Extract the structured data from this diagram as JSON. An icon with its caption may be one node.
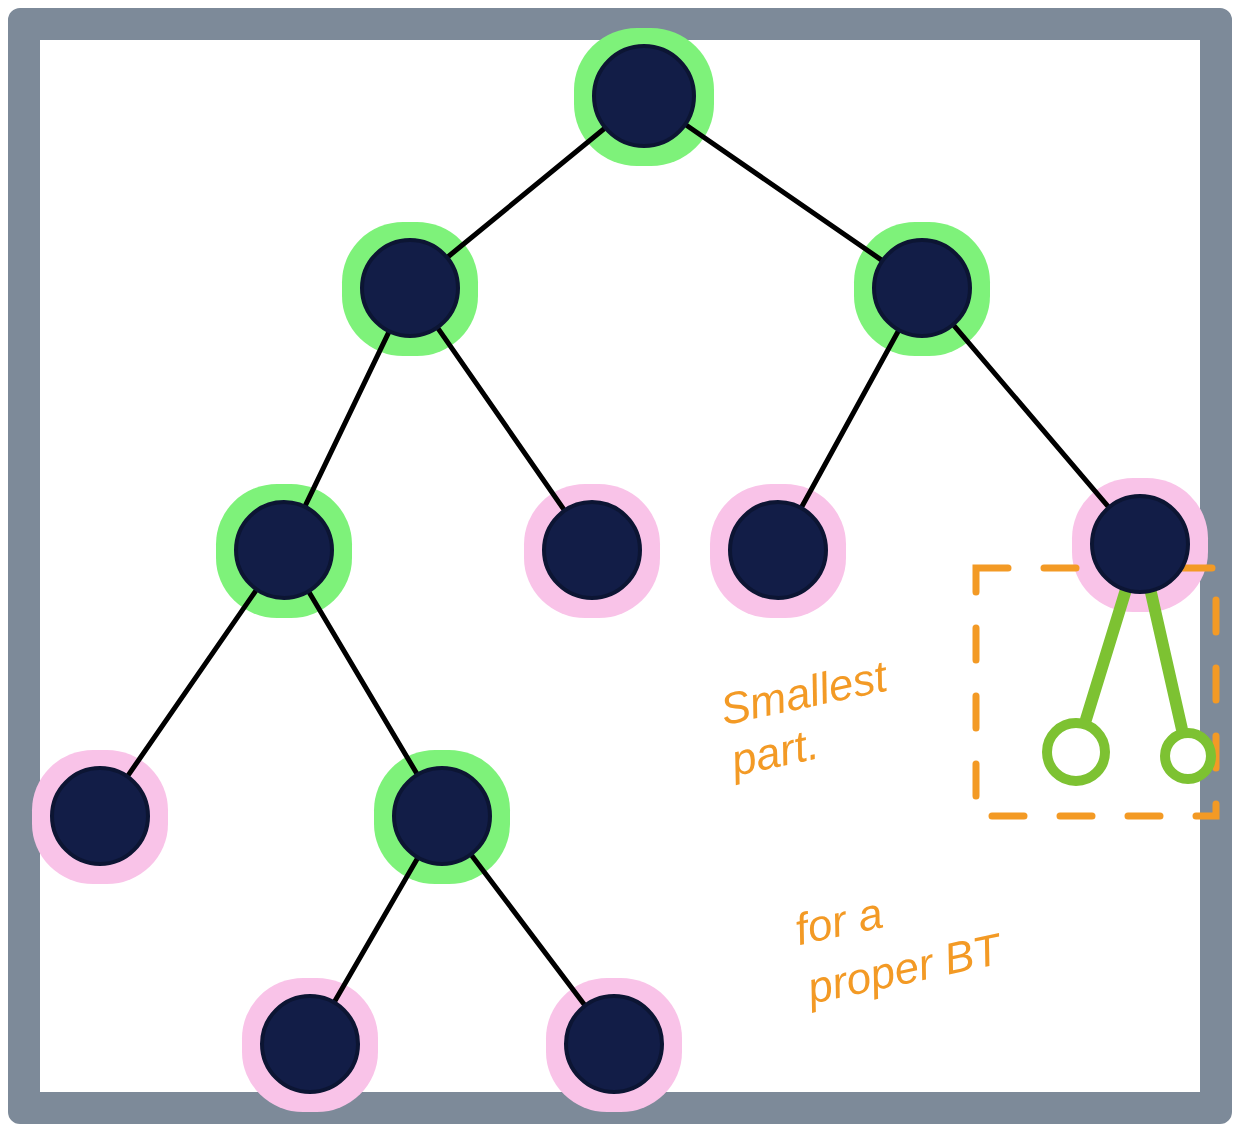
{
  "diagram": {
    "nodes": [
      {
        "text": [],
        "shape": "circle"
      },
      {
        "text": [],
        "shape": "circle"
      },
      {
        "text": [],
        "shape": "circle"
      },
      {
        "text": [],
        "shape": "circle"
      },
      {
        "text": [],
        "shape": "circle"
      },
      {
        "text": [],
        "shape": "circle"
      },
      {
        "text": [],
        "shape": "circle"
      },
      {
        "text": [],
        "shape": "circle"
      },
      {
        "text": [],
        "shape": "circle"
      },
      {
        "text": [],
        "shape": "circle"
      },
      {
        "text": [],
        "shape": "circle"
      },
      {
        "text": [],
        "shape": "circle"
      },
      {
        "text": [],
        "shape": "circle"
      }
    ],
    "edges": [
      {
        "from": 0,
        "to": 1,
        "arrow": "none"
      },
      {
        "from": 0,
        "to": 2,
        "arrow": "none"
      },
      {
        "from": 1,
        "to": 3,
        "arrow": "none"
      },
      {
        "from": 1,
        "to": 4,
        "arrow": "none"
      },
      {
        "from": 2,
        "to": 5,
        "arrow": "none"
      },
      {
        "from": 2,
        "to": 6,
        "arrow": "none"
      },
      {
        "from": 3,
        "to": 7,
        "arrow": "none"
      },
      {
        "from": 3,
        "to": 8,
        "arrow": "none"
      },
      {
        "from": 8,
        "to": 9,
        "arrow": "none"
      },
      {
        "from": 8,
        "to": 10,
        "arrow": "none"
      },
      {
        "from": 6,
        "to": 11,
        "arrow": "none",
        "style": "thick",
        "color": "#7dc232"
      },
      {
        "from": 6,
        "to": 12,
        "arrow": "none",
        "style": "thick",
        "color": "#7dc232"
      }
    ],
    "labels": [
      "Smallest part.",
      "for a proper BT"
    ]
  }
}
